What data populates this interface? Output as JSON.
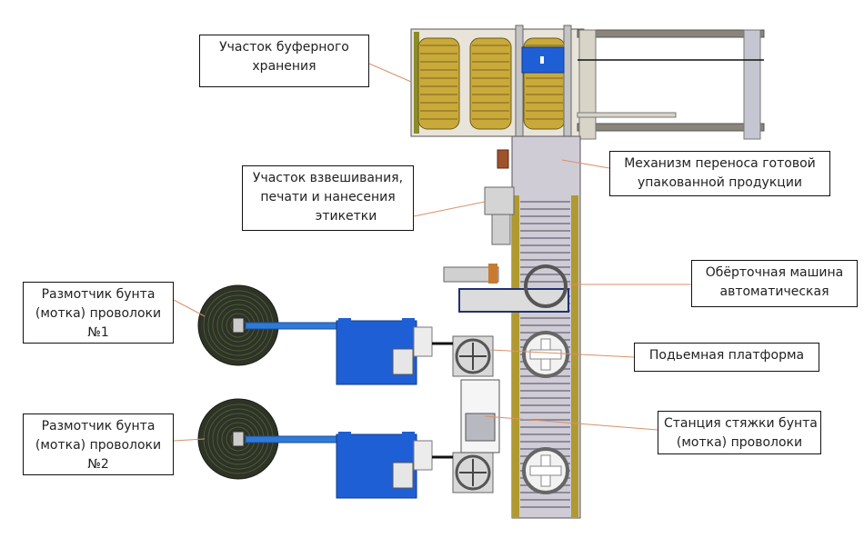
{
  "diagram": {
    "type": "production-line-layout",
    "labels": {
      "buffer_storage": [
        "Участок буферного",
        "хранения"
      ],
      "weighing_printing": [
        "Участок взвешивания,",
        "печати и нанесения",
        "этикетки"
      ],
      "transfer_mechanism": [
        "Механизм переноса готовой",
        "упакованной продукции"
      ],
      "wrapping_machine": [
        "Обёрточная машина",
        "автоматическая"
      ],
      "decoiler_1": [
        "Размотчик бунта",
        "(мотка) проволоки",
        "№1"
      ],
      "lifting_platform": [
        "Подьемная платформа"
      ],
      "decoiler_2": [
        "Размотчик бунта",
        "(мотка) проволоки",
        "№2"
      ],
      "strapping_station": [
        "Станция стяжки бунта",
        "(мотка) проволоки"
      ]
    },
    "colors": {
      "leader_line": "#d9906a",
      "machine_blue": "#1f5fd6",
      "coil_gold": "#c9a93a",
      "frame_gray": "#b8b3a8",
      "coil_dark": "#2e3326",
      "conveyor_olive": "#8a8a2a"
    }
  }
}
